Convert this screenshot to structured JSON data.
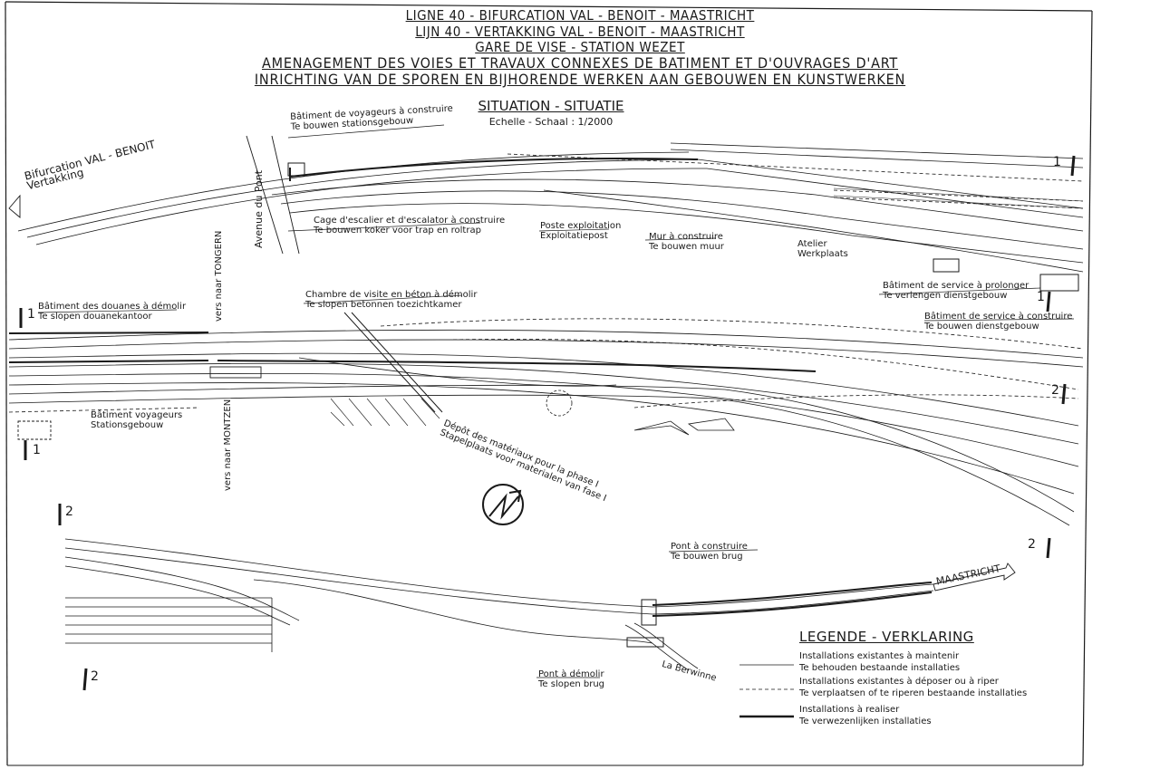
{
  "title": {
    "line1": "LIGNE 40 - BIFURCATION VAL - BENOIT - MAASTRICHT",
    "line2": "LIJN 40 - VERTAKKING VAL - BENOIT - MAASTRICHT",
    "line3": "GARE DE VISE - STATION WEZET",
    "line4": "AMENAGEMENT DES VOIES ET TRAVAUX CONNEXES DE BATIMENT ET D'OUVRAGES D'ART",
    "line5": "INRICHTING VAN DE SPOREN EN BIJHORENDE WERKEN AAN GEBOUWEN EN KUNSTWERKEN"
  },
  "situation": {
    "heading": "SITUATION - SITUATIE",
    "scale": "Echelle - Schaal : 1/2000"
  },
  "labels": {
    "bifurcation_fr": "Bifurcation VAL - BENOIT",
    "bifurcation_nl": "Vertakking",
    "avenue": "Avenue du Pont",
    "bv_build_fr": "Bâtiment de voyageurs à construire",
    "bv_build_nl": "Te bouwen stationsgebouw",
    "cage_fr": "Cage d'escalier et d'escalator à construire",
    "cage_nl": "Te bouwen koker voor trap en roltrap",
    "poste_fr": "Poste exploitation",
    "poste_nl": "Exploitatiepost",
    "mur_fr": "Mur à construire",
    "mur_nl": "Te bouwen muur",
    "atelier_fr": "Atelier",
    "atelier_nl": "Werkplaats",
    "service_prolong_fr": "Bâtiment de service à prolonger",
    "service_prolong_nl": "Te verlengen dienstgebouw",
    "service_build_fr": "Bâtiment de service à construire",
    "service_build_nl": "Te bouwen dienstgebouw",
    "douanes_fr": "Bâtiment des douanes à démolir",
    "douanes_nl": "Te slopen douanekantoor",
    "chambre_fr": "Chambre de visite en béton à démolir",
    "chambre_nl": "Te slopen betonnen toezichtkamer",
    "tongern": "vers naar TONGERN",
    "montzen": "vers naar MONTZEN",
    "bv_exist_fr": "Bâtiment voyageurs",
    "bv_exist_nl": "Stationsgebouw",
    "depot_fr": "Dépôt des matériaux pour la phase I",
    "depot_nl": "Stapelplaats voor materialen van fase I",
    "pont_build_fr": "Pont à construire",
    "pont_build_nl": "Te bouwen brug",
    "maastricht": "MAASTRICHT",
    "pont_demol_fr": "Pont à démolir",
    "pont_demol_nl": "Te slopen brug",
    "berwinne": "La Berwinne",
    "match_1": "1",
    "match_2": "2"
  },
  "legend": {
    "title": "LEGENDE - VERKLARING",
    "items": [
      {
        "fr": "Installations existantes à maintenir",
        "nl": "Te behouden bestaande installaties",
        "style": "thin"
      },
      {
        "fr": "Installations existantes à déposer ou à riper",
        "nl": "Te verplaatsen of te riperen bestaande installaties",
        "style": "dashed"
      },
      {
        "fr": "Installations à realiser",
        "nl": "Te verwezenlijken installaties",
        "style": "thick"
      }
    ]
  },
  "colors": {
    "ink": "#1a1a1a",
    "paper": "#ffffff"
  }
}
